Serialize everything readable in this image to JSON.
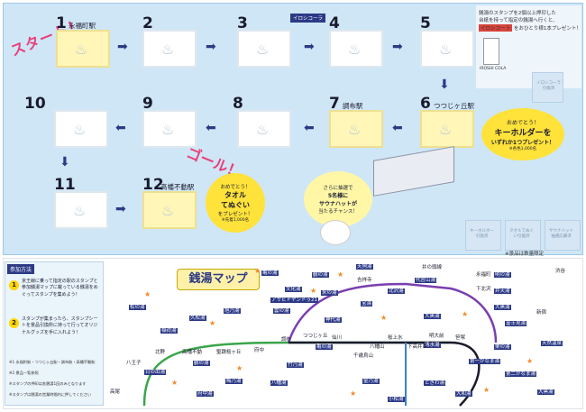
{
  "start_label": "スタート！",
  "goal_label": "ゴール！",
  "steps": [
    {
      "n": "1",
      "station": "永福町駅"
    },
    {
      "n": "2",
      "station": ""
    },
    {
      "n": "3",
      "station": ""
    },
    {
      "n": "4",
      "station": ""
    },
    {
      "n": "5",
      "station": ""
    },
    {
      "n": "6",
      "station": "つつじヶ丘駅"
    },
    {
      "n": "7",
      "station": "調布駅"
    },
    {
      "n": "8",
      "station": ""
    },
    {
      "n": "9",
      "station": ""
    },
    {
      "n": "10",
      "station": ""
    },
    {
      "n": "11",
      "station": ""
    },
    {
      "n": "12",
      "station": "高幡不動駅"
    }
  ],
  "steam_glyph": "♨",
  "arrow_right": "➡",
  "arrow_left": "⬅",
  "arrow_down": "⬇",
  "iroha_tag": "イロシコーラ",
  "iroha_tag2": "おめでとう！",
  "info": {
    "line1": "銭湯のスタンプを2個以上押印した",
    "line2": "台紙を持って指定の銭湯へ行くと、",
    "line3": "イロシコーラ",
    "line3b": "をおひとり様1本プレゼント！",
    "brand": "IROSHI COLA"
  },
  "bubble_keyholder": {
    "l1": "おめでとう！",
    "l2": "キーホルダーを",
    "l3": "いずれか1つプレゼント！",
    "l4": "※各色1,000名"
  },
  "bubble_towel": {
    "l1": "おめでとう！",
    "l2": "タオル",
    "l3": "てぬぐい",
    "l4": "をプレゼント！",
    "l5": "※先着1,000名"
  },
  "bubble_sauna": {
    "l1": "さらに抽選で",
    "l2": "5名様に",
    "l3": "サウナハットが",
    "l4": "当たるチャンス！"
  },
  "slots": [
    "キーホルダー引換済",
    "タオルてぬぐい引換済",
    "サウナハット抽選応募済"
  ],
  "slot_top": "イロシコーラ引換済",
  "corner_note": "※景品は数量限定",
  "howto": {
    "header": "参加方法",
    "step1": "京王線に乗って指定の駅のスタンプと参加銭湯マップに載っている銭湯をめぐってスタンプを集めよう！",
    "step2": "スタンプが集まったら、スタンプシートを景品引換所に持って行ってオリジナルグッズを手に入れよう！",
    "note1": "※1 永福町駅・つつじヶ丘駅・調布駅・高幡不動駅",
    "note2": "※2 景品一覧参照",
    "note3": "※スタンプの押印は各銭湯1回のみとなります",
    "note4": "※スタンプは銭湯の営業時間内に押してください"
  },
  "map": {
    "title": "銭湯マップ",
    "baths": [
      "松の湯",
      "稲荷湯",
      "久松湯",
      "旭乃湯",
      "亀の湯",
      "雲の湯",
      "文化湯",
      "アサヒドヤンドゥ21",
      "鶴の湯",
      "天狗湯",
      "米の湯",
      "宝湯",
      "神代湯",
      "北沢湯",
      "大黒湯",
      "代官山湯",
      "明の湯",
      "弁天湯",
      "大黒湯",
      "富士見湯",
      "栗の湯",
      "第一かなま湯",
      "第二かなま湯",
      "大黒湯",
      "大和湯",
      "ときわ湯",
      "小松湯",
      "金乃湯",
      "亀の湯",
      "竹乃湯",
      "八幡湯",
      "梅乃湯",
      "鶴の湯",
      "府中湯",
      "日の出湯",
      "清水湯",
      "天然温泉"
    ],
    "stations": [
      "新宿",
      "笹塚",
      "明大前",
      "下高井戸",
      "桜上水",
      "八幡山",
      "千歳烏山",
      "仙川",
      "つつじヶ丘",
      "調布",
      "府中",
      "聖蹟桜ヶ丘",
      "高幡不動",
      "北野",
      "八王子",
      "高尾",
      "永福町",
      "吉祥寺",
      "渋谷",
      "下北沢",
      "井の頭線"
    ]
  }
}
